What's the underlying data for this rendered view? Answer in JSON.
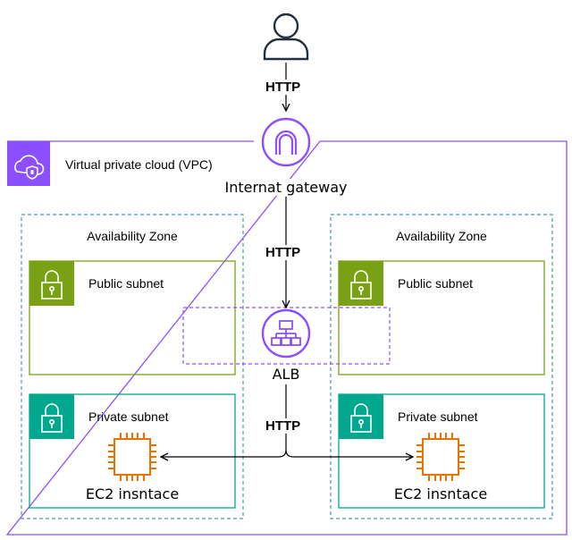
{
  "vpc": {
    "title": "Virtual private cloud (VPC)"
  },
  "user": {
    "icon": "user-icon"
  },
  "gateway": {
    "label": "Internat gateway",
    "icon": "internet-gateway-icon",
    "color": "#8c4fff"
  },
  "alb": {
    "label": "ALB",
    "icon": "load-balancer-icon",
    "color": "#8c4fff"
  },
  "connections": {
    "user_to_gateway": "HTTP",
    "gateway_to_alb": "HTTP",
    "alb_to_instances": "HTTP"
  },
  "zones": [
    {
      "title": "Availability Zone",
      "public_subnet": "Public subnet",
      "private_subnet": "Private subnet",
      "instance": "EC2 insntace"
    },
    {
      "title": "Availability Zone",
      "public_subnet": "Public subnet",
      "private_subnet": "Private subnet",
      "instance": "EC2 insntace"
    }
  ],
  "colors": {
    "vpc_border": "#8c4fff",
    "zone_border": "#4a98b0",
    "public_subnet": "#7aa116",
    "private_subnet": "#01a88d",
    "ec2": "#ed7100"
  }
}
